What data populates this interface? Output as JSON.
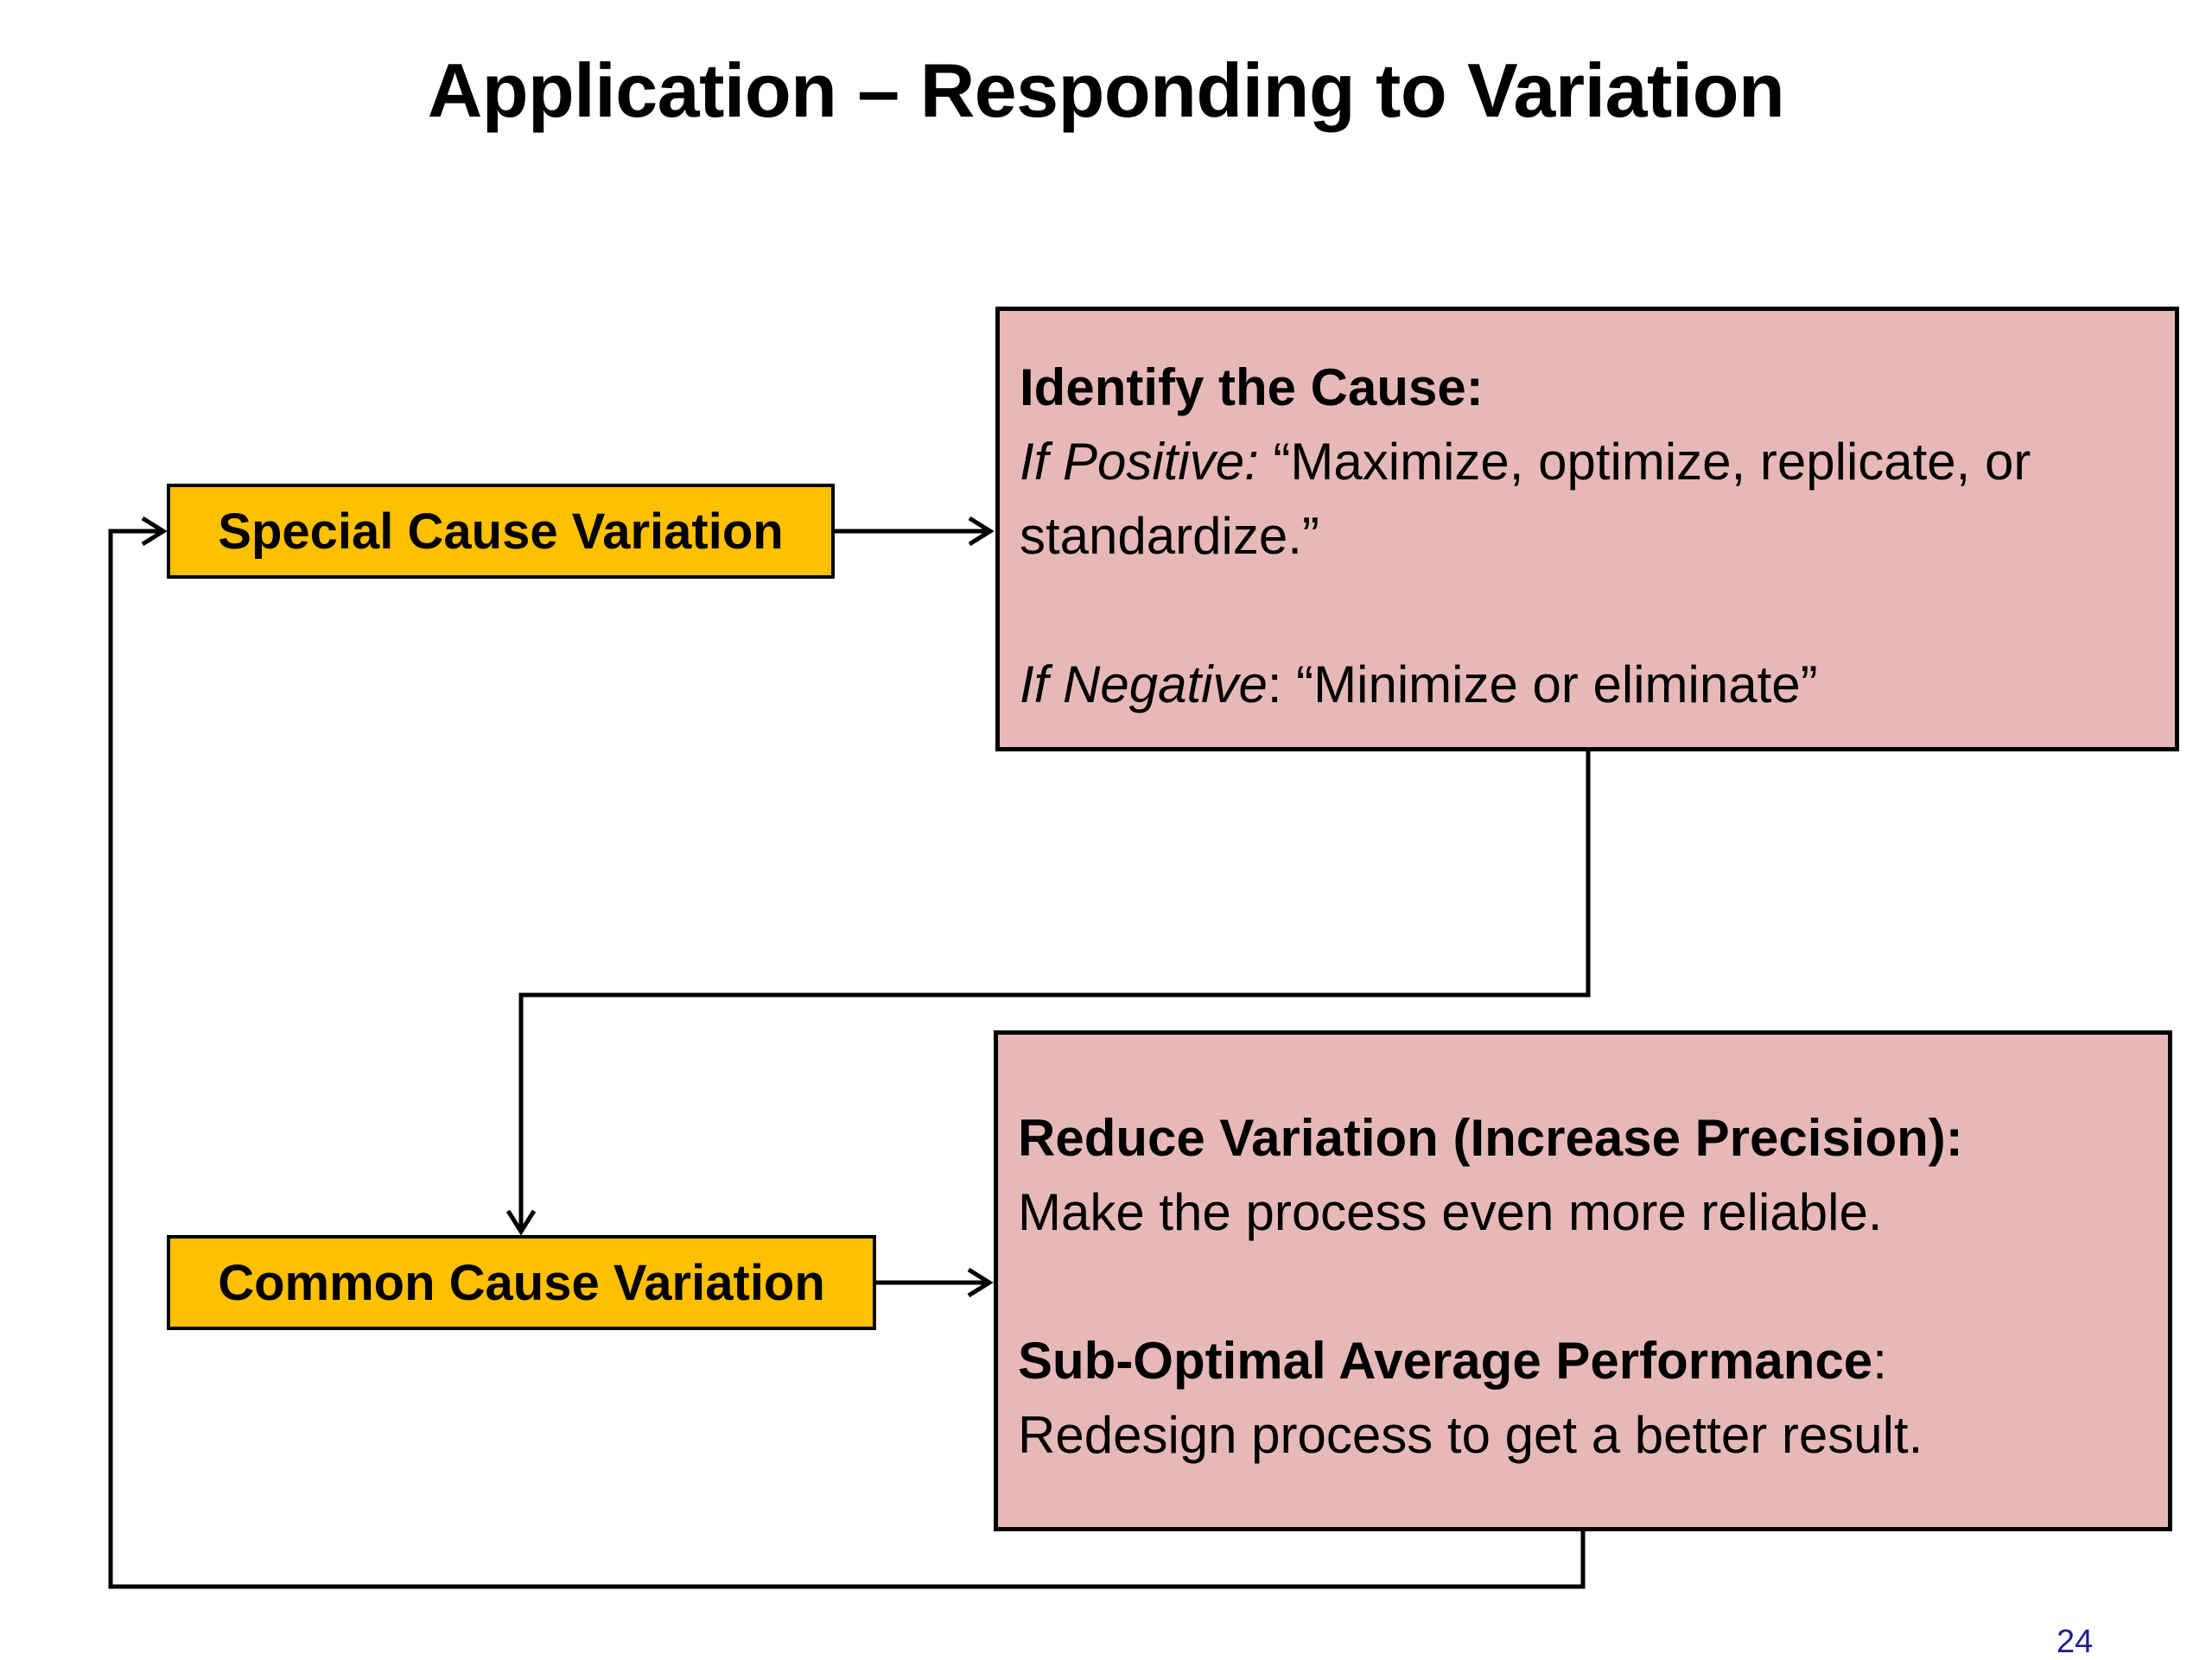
{
  "title": "Application – Responding to Variation",
  "nodes": {
    "special_cause": "Special Cause Variation",
    "common_cause": "Common Cause Variation"
  },
  "identify": {
    "heading": "Identify the Cause:",
    "positive_label": "If Positive:",
    "positive_text": " “Maximize, optimize, replicate, or standardize.”",
    "negative_label": "If Negative",
    "negative_text": ": “Minimize or eliminate”"
  },
  "respond": {
    "reduce_heading": "Reduce Variation (Increase Precision):",
    "reduce_text": "Make the process even more reliable.",
    "suboptimal_heading": "Sub-Optimal Average Performance",
    "suboptimal_colon": ":",
    "suboptimal_text": "Redesign process to get a better result."
  },
  "page_number": "24",
  "colors": {
    "cause_box": "#FFC000",
    "action_box": "#E6B9B8",
    "line": "#000000",
    "page_number": "#1F1F8F"
  }
}
